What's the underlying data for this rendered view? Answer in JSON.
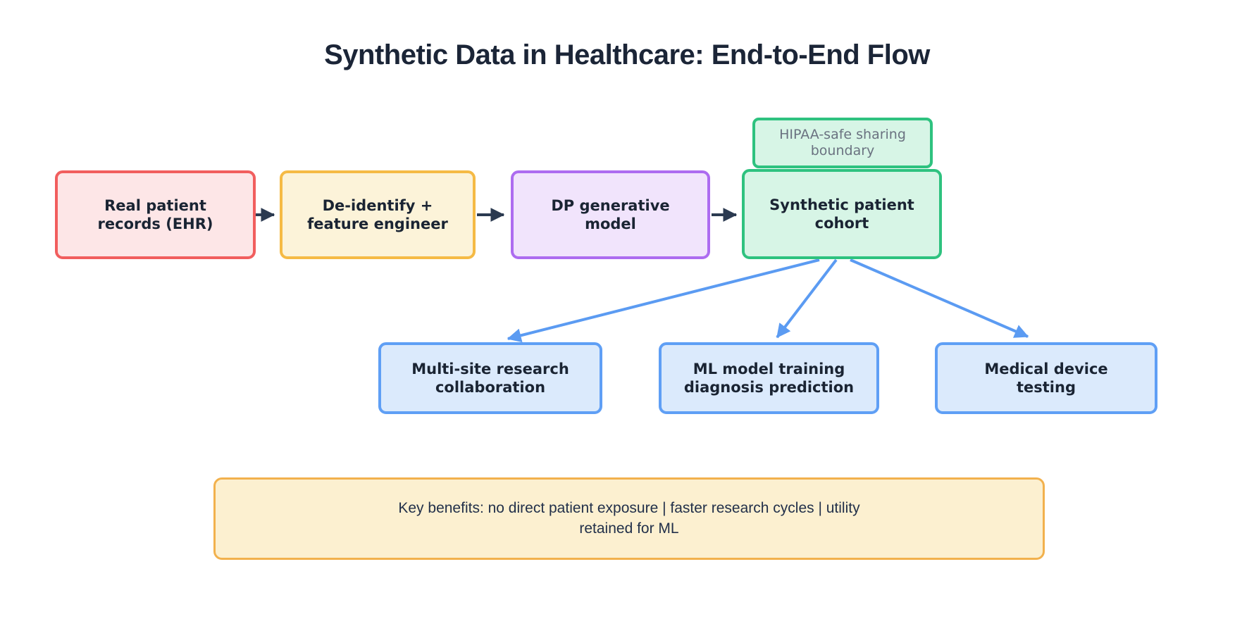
{
  "title": "Synthetic Data in Healthcare: End-to-End Flow",
  "colors": {
    "background": "#ffffff",
    "title_text": "#1b2537",
    "node_text": "#1a2433",
    "muted_text": "#6a7280",
    "note_text": "#22304a",
    "arrow_dark": "#2b3a50",
    "arrow_blue": "#5b9bf2",
    "red_fill": "#fde6e7",
    "red_border": "#f15e5e",
    "amber_fill": "#fcf3d9",
    "amber_border": "#f5ba45",
    "purple_fill": "#f1e4fc",
    "purple_border": "#ad6cf0",
    "green_fill": "#d7f5e6",
    "green_border": "#2ec27f",
    "blue_fill": "#dbeafc",
    "blue_border": "#5f9ff5",
    "note_fill": "#fcf0d0",
    "note_border": "#f2b14d"
  },
  "flow": {
    "nodes": [
      {
        "id": "real-patient-records",
        "label": "Real patient\nrecords (EHR)"
      },
      {
        "id": "deidentify-feature-engineer",
        "label": "De-identify +\nfeature engineer"
      },
      {
        "id": "dp-generative-model",
        "label": "DP generative\nmodel"
      },
      {
        "id": "synthetic-patient-cohort",
        "label": "Synthetic patient\ncohort"
      }
    ],
    "boundary_label": "HIPAA-safe sharing\nboundary",
    "use_cases": [
      {
        "id": "multi-site-research-collaboration",
        "label": "Multi-site research\ncollaboration"
      },
      {
        "id": "ml-model-training-diagnosis-prediction",
        "label": "ML model training\ndiagnosis prediction"
      },
      {
        "id": "medical-device-testing",
        "label": "Medical device\ntesting"
      }
    ],
    "note": "Key benefits: no direct patient exposure | faster research cycles | utility\nretained for ML"
  }
}
